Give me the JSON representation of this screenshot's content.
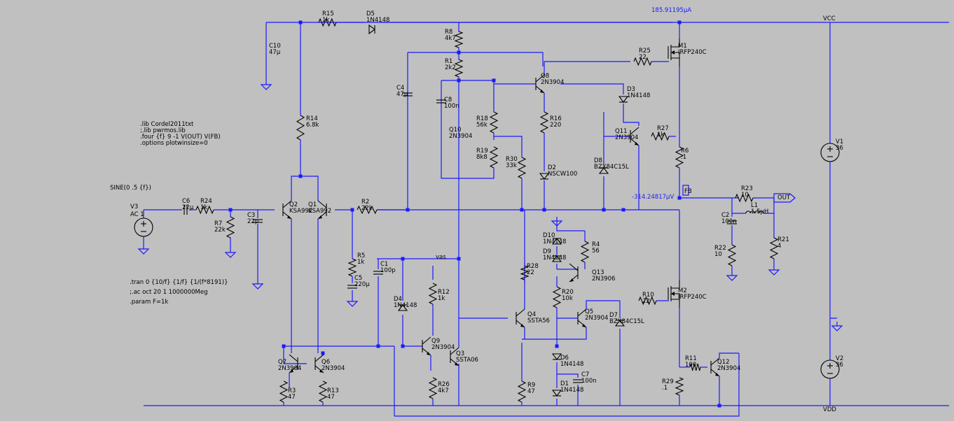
{
  "annotations": {
    "current_probe": "185.91195µA",
    "voltage_probe": "-314.24817µV",
    "vcc": "VCC",
    "vdd": "VDD",
    "out": "OUT",
    "fb": "FB",
    "vas": "vas"
  },
  "directives": {
    "top": [
      ".lib Cordel2011txt",
      ";.lib pwrmos.lib",
      ".four {f} 9 -1 V(OUT) V(FB)",
      ".options plotwinsize=0"
    ],
    "bottom": [
      ".tran 0 {10/f} {1/f} {1/(f*8191)}",
      ";.ac oct 20 1 1000000Meg",
      ".param F=1k"
    ]
  },
  "source": {
    "name": "V3",
    "value": "AC 1",
    "func": "SINE(0 .5 {f})"
  },
  "components": [
    {
      "name": "R15",
      "value": "1k"
    },
    {
      "name": "D5",
      "value": "1N4148"
    },
    {
      "name": "C10",
      "value": "47µ"
    },
    {
      "name": "R14",
      "value": "6.8k"
    },
    {
      "name": "R8",
      "value": "4k7"
    },
    {
      "name": "R1",
      "value": "2k2"
    },
    {
      "name": "C4",
      "value": "47µ"
    },
    {
      "name": "C8",
      "value": "100n"
    },
    {
      "name": "Q10",
      "value": "2N3904"
    },
    {
      "name": "R18",
      "value": "56k"
    },
    {
      "name": "R19",
      "value": "8k8"
    },
    {
      "name": "R30",
      "value": "33k"
    },
    {
      "name": "Q8",
      "value": "2N3904"
    },
    {
      "name": "R16",
      "value": "220"
    },
    {
      "name": "D2",
      "value": "NSCW100"
    },
    {
      "name": "D3",
      "value": "1N4148"
    },
    {
      "name": "Q11",
      "value": "2N3904"
    },
    {
      "name": "D8",
      "value": "BZX84C15L"
    },
    {
      "name": "R27",
      "value": "1k"
    },
    {
      "name": "R25",
      "value": "22"
    },
    {
      "name": "M1",
      "value": "IRFP240C"
    },
    {
      "name": "R6",
      "value": ".1"
    },
    {
      "name": "V1",
      "value": "36"
    },
    {
      "name": "V2",
      "value": "36"
    },
    {
      "name": "R23",
      "value": "10"
    },
    {
      "name": "C2",
      "value": "100n"
    },
    {
      "name": "L1",
      "value": "1.5µH"
    },
    {
      "name": "R22",
      "value": "10"
    },
    {
      "name": "R21",
      "value": "4"
    },
    {
      "name": "C6",
      "value": "22µ"
    },
    {
      "name": "R24",
      "value": "1k"
    },
    {
      "name": "R7",
      "value": "22k"
    },
    {
      "name": "C3",
      "value": "22p"
    },
    {
      "name": "Q2",
      "value": "KSA992"
    },
    {
      "name": "Q1",
      "value": "KSA992"
    },
    {
      "name": "R2",
      "value": "22k"
    },
    {
      "name": "R5",
      "value": "1k"
    },
    {
      "name": "C5",
      "value": "220µ"
    },
    {
      "name": "C1",
      "value": "100p"
    },
    {
      "name": "D4",
      "value": "1N4148"
    },
    {
      "name": "R12",
      "value": "1k"
    },
    {
      "name": "Q9",
      "value": "2N3904"
    },
    {
      "name": "Q3",
      "value": "SSTA06"
    },
    {
      "name": "R26",
      "value": "4k7"
    },
    {
      "name": "Q7",
      "value": "2N3904"
    },
    {
      "name": "Q6",
      "value": "2N3904"
    },
    {
      "name": "R3",
      "value": "47"
    },
    {
      "name": "R13",
      "value": "47"
    },
    {
      "name": "D10",
      "value": "1N4148"
    },
    {
      "name": "D9",
      "value": "1N4148"
    },
    {
      "name": "R4",
      "value": "56"
    },
    {
      "name": "Q13",
      "value": "2N3906"
    },
    {
      "name": "R28",
      "value": "22"
    },
    {
      "name": "R20",
      "value": "10k"
    },
    {
      "name": "Q5",
      "value": "2N3904"
    },
    {
      "name": "Q4",
      "value": "SSTA56"
    },
    {
      "name": "D7",
      "value": "BZX84C15L"
    },
    {
      "name": "R10",
      "value": "22"
    },
    {
      "name": "M2",
      "value": "IRFP240C"
    },
    {
      "name": "D6",
      "value": "1N4148"
    },
    {
      "name": "D1",
      "value": "1N4148"
    },
    {
      "name": "C7",
      "value": "100n"
    },
    {
      "name": "R9",
      "value": "47"
    },
    {
      "name": "R11",
      "value": "100"
    },
    {
      "name": "Q12",
      "value": "2N3904"
    },
    {
      "name": "R29",
      "value": ".1"
    }
  ]
}
